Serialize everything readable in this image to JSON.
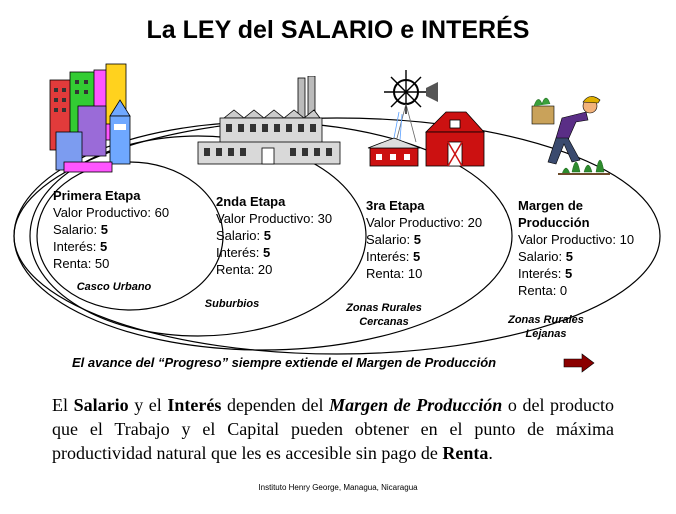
{
  "title": "La LEY del SALARIO e INTERÉS",
  "stages": [
    {
      "heading": "Primera Etapa",
      "valor_productivo": "Valor Productivo: 60",
      "salario_label": "Salario: ",
      "salario_value": "5",
      "interes_label": "Interés: ",
      "interes_value": "5",
      "renta": "Renta: 50",
      "zone": "Casco Urbano"
    },
    {
      "heading": "2nda Etapa",
      "valor_productivo": "Valor Productivo: 30",
      "salario_label": "Salario: ",
      "salario_value": "5",
      "interes_label": "Interés: ",
      "interes_value": "5",
      "renta": "Renta: 20",
      "zone": "Suburbios"
    },
    {
      "heading": "3ra Etapa",
      "valor_productivo": "Valor Productivo: 20",
      "salario_label": "Salario: ",
      "salario_value": "5",
      "interes_label": "Interés: ",
      "interes_value": "5",
      "renta": "Renta: 10",
      "zone_line1": "Zonas Rurales",
      "zone_line2": "Cercanas"
    },
    {
      "heading_line1": "Margen de",
      "heading_line2": "Producción",
      "valor_productivo": "Valor Productivo: 10",
      "salario_label": "Salario: ",
      "salario_value": "5",
      "interes_label": "Interés: ",
      "interes_value": "5",
      "renta": "Renta: 0",
      "zone_line1": "Zonas Rurales",
      "zone_line2": "Lejanas"
    }
  ],
  "progress_text": "El avance del “Progreso” siempre extiende el Margen de Producción",
  "paragraph": {
    "p1": "El ",
    "salario": "Salario",
    "p2": " y el ",
    "interes": "Interés",
    "p3": " dependen del ",
    "margen": "Margen de Producción",
    "p4": " o del producto que el Trabajo y el Capital pueden obtener en el punto de máxima productividad natural que les es accesible sin pago de ",
    "renta": "Renta",
    "p5": "."
  },
  "credit": "Instituto Henry George, Managua, Nicaragua",
  "colors": {
    "arrow": "#8b0000",
    "barn": "#cc1111"
  }
}
